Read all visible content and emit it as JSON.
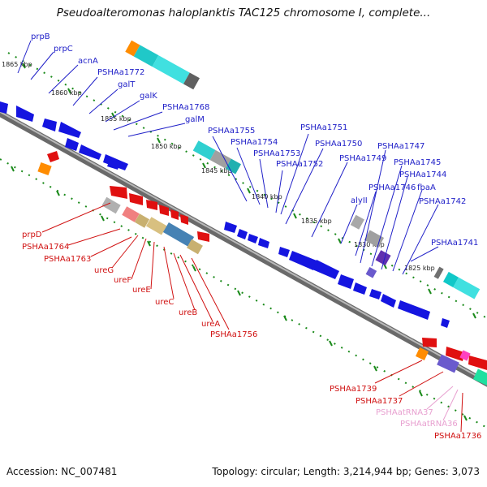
{
  "title": "Pseudoalteromonas haloplanktis TAC125 chromosome I, complete...",
  "footer": {
    "accession": "Accession: NC_007481",
    "summary": "Topology: circular; Length: 3,214,944 bp; Genes: 3,073"
  },
  "colors": {
    "forward_gene": "#1515e0",
    "reverse_gene": "#e01010",
    "rna_gene": "#e8a0d0",
    "backbone": "#808080",
    "tick": "#1a8a1a"
  },
  "scale_labels": [
    "1865 kbp",
    "1860 kbp",
    "1855 kbp",
    "1850 kbp",
    "1845 kbp",
    "1840 kbp",
    "1835 kbp",
    "1830 kbp",
    "1825 kbp"
  ],
  "top_labels": [
    "prpB",
    "prpC",
    "acnA",
    "PSHAa1772",
    "galT",
    "galK",
    "PSHAa1768",
    "galM",
    "PSHAa1755",
    "PSHAa1754",
    "PSHAa1753",
    "PSHAa1752",
    "PSHAa1751",
    "PSHAa1750",
    "PSHAa1749",
    "PSHAa1747",
    "PSHAa1745",
    "PSHAa1744",
    "PSHAa1746",
    "fbaA",
    "PSHAa1742",
    "alyII",
    "PSHAa1741"
  ],
  "bottom_labels": [
    "prpD",
    "PSHAa1764",
    "PSHAa1763",
    "ureG",
    "ureF",
    "ureE",
    "ureC",
    "ureB",
    "ureA",
    "PSHAa1756",
    "PSHAa1739",
    "PSHAa1737",
    "PSHAatRNA37",
    "PSHAatRNA36",
    "PSHAa1736"
  ]
}
